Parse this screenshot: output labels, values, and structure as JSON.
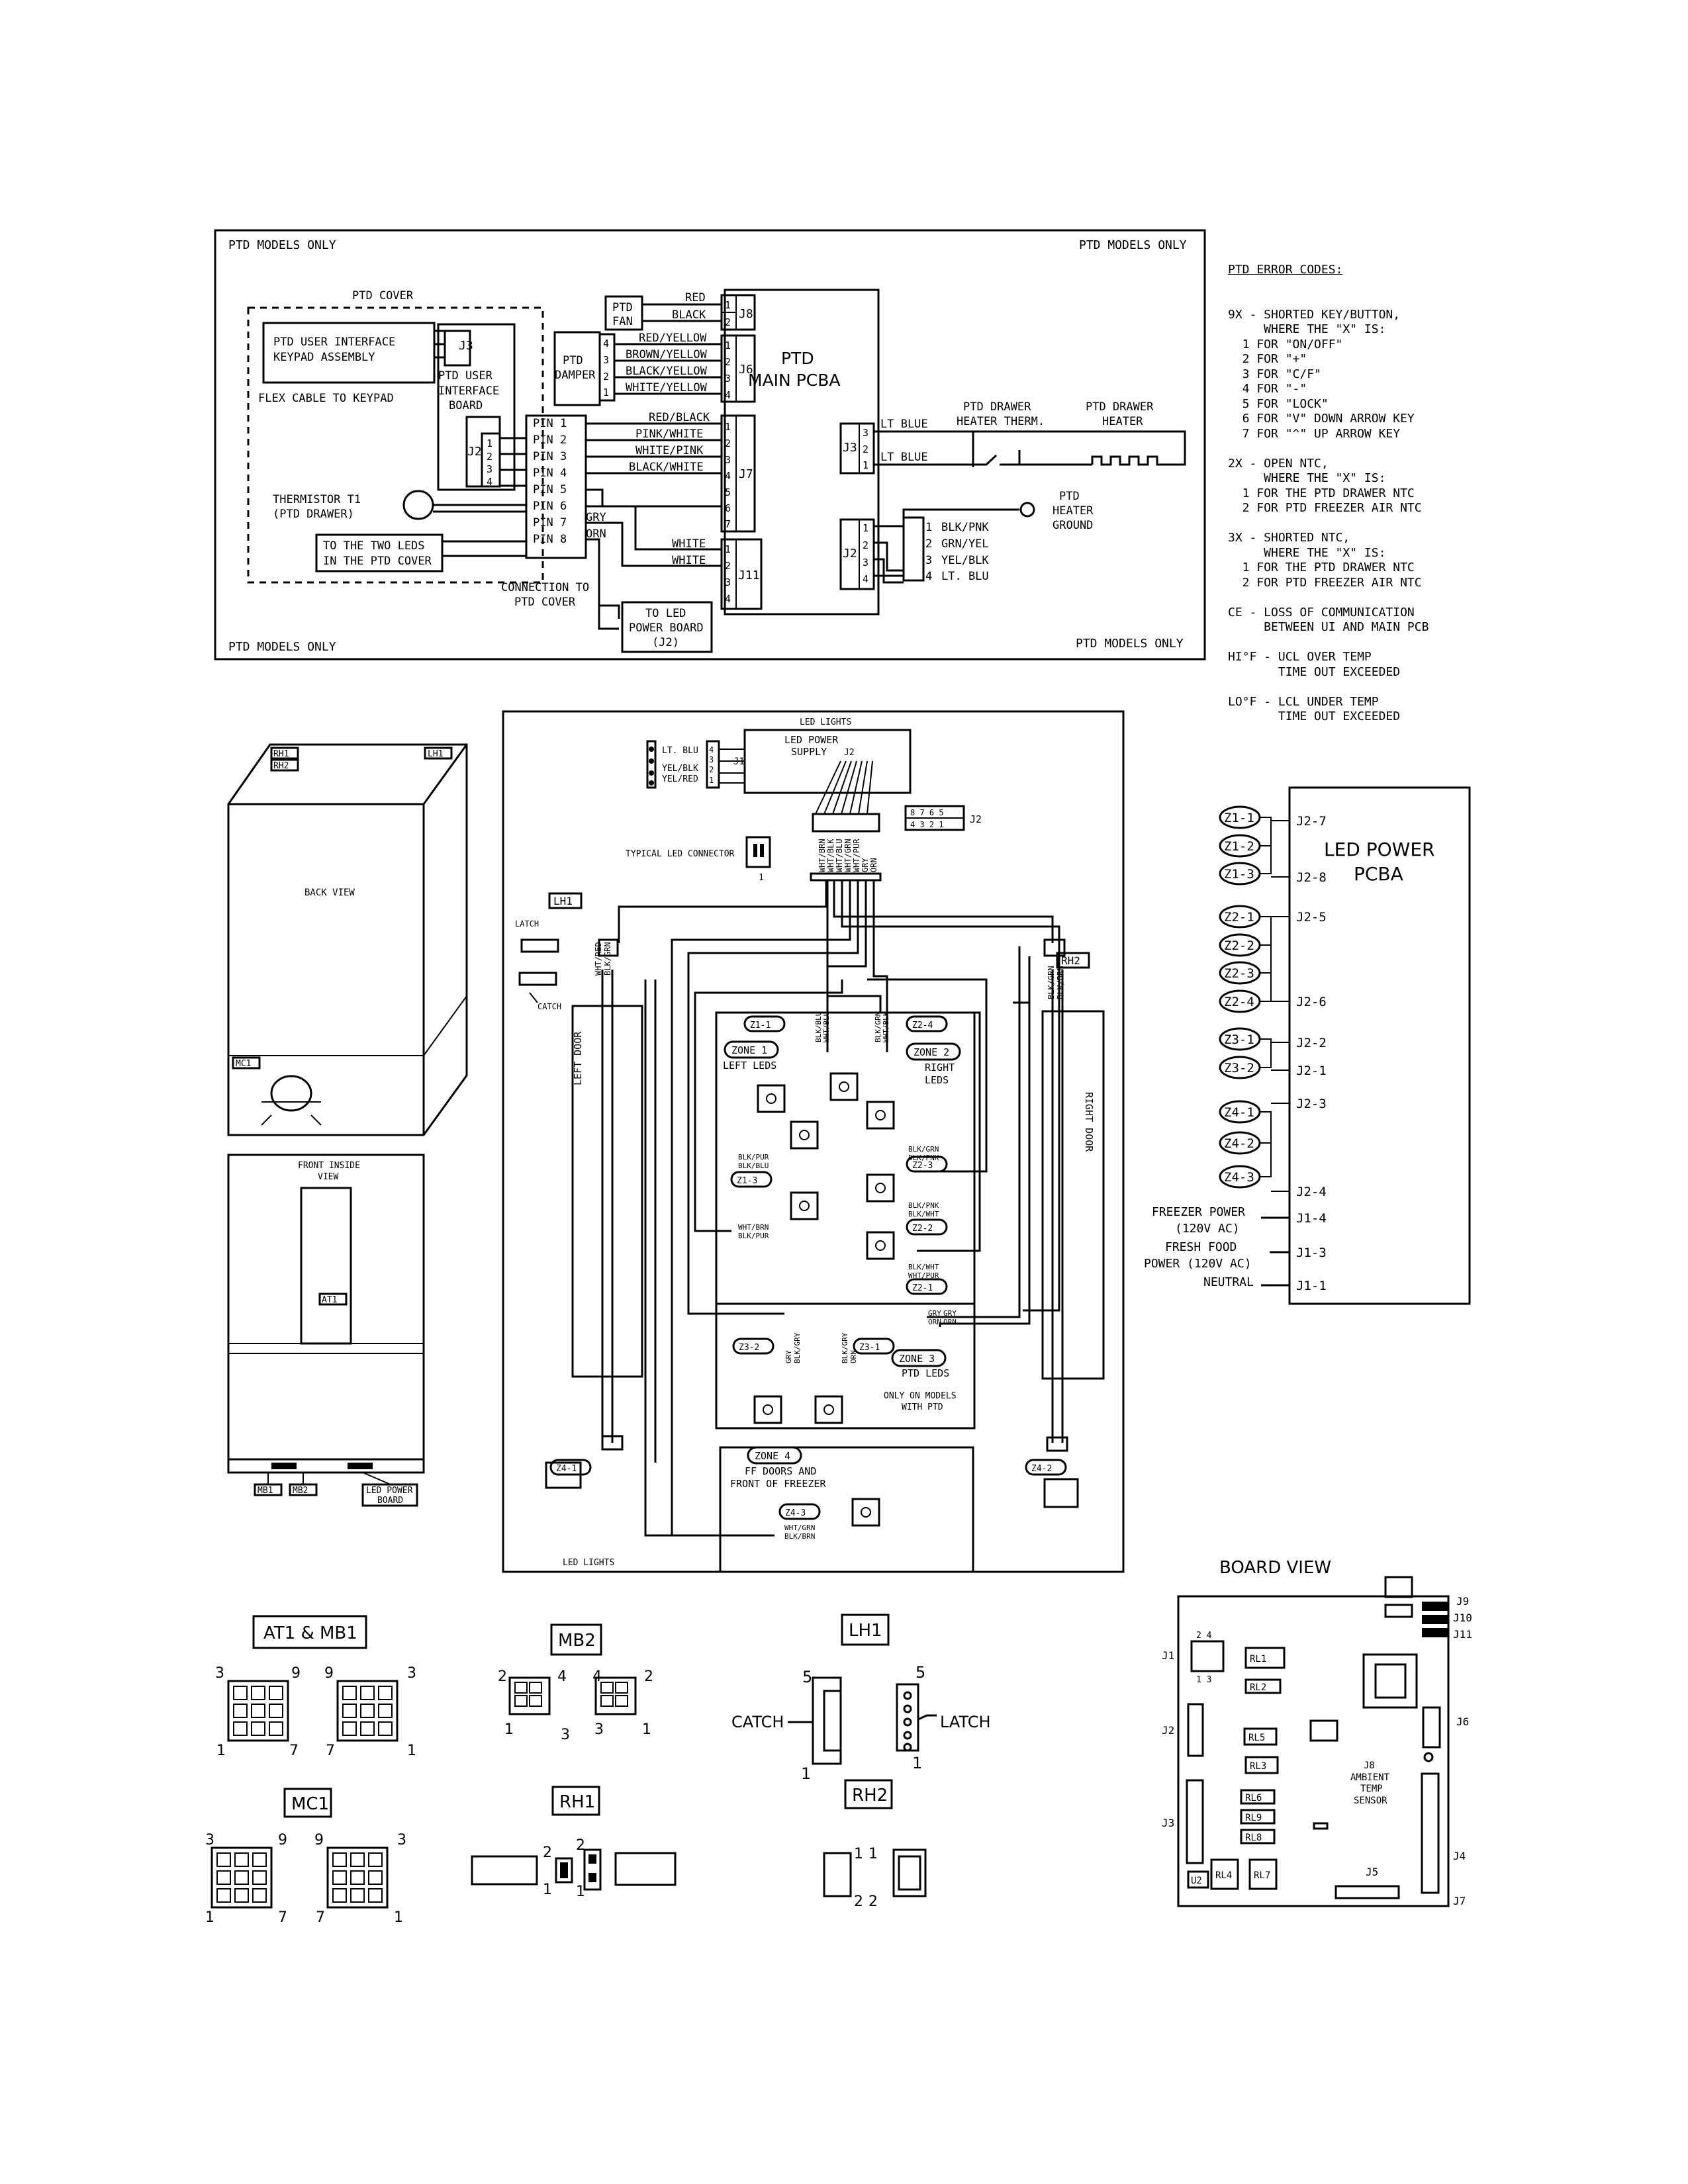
{
  "ptd": {
    "header_left": "PTD MODELS ONLY",
    "header_right": "PTD MODELS ONLY",
    "footer_left": "PTD MODELS ONLY",
    "footer_right": "PTD MODELS ONLY",
    "cover_title": "PTD COVER",
    "keypad": [
      "PTD USER INTERFACE",
      "KEYPAD ASSEMBLY"
    ],
    "j3": "J3",
    "ui_board": [
      "PTD USER",
      "INTERFACE",
      "BOARD"
    ],
    "flex": "FLEX CABLE TO KEYPAD",
    "j2": "J2",
    "thermistor": [
      "THERMISTOR T1",
      "(PTD DRAWER)"
    ],
    "leds_cover": [
      "TO THE TWO LEDS",
      "IN THE PTD COVER"
    ],
    "pins": [
      "PIN 1",
      "PIN 2",
      "PIN 3",
      "PIN 4",
      "PIN 5",
      "PIN 6",
      "PIN 7",
      "PIN 8"
    ],
    "connection": [
      "CONNECTION TO",
      "PTD COVER"
    ],
    "led_board": [
      "TO LED",
      "POWER BOARD",
      "(J2)"
    ],
    "fan": [
      "PTD",
      "FAN"
    ],
    "damper": [
      "PTD",
      "DAMPER"
    ],
    "main": [
      "PTD",
      "MAIN PCBA"
    ],
    "j8_wires": [
      "RED",
      "BLACK"
    ],
    "j6_wires": [
      "RED/YELLOW",
      "BROWN/YELLOW",
      "BLACK/YELLOW",
      "WHITE/YELLOW"
    ],
    "j7_wires": [
      "RED/BLACK",
      "PINK/WHITE",
      "WHITE/PINK",
      "BLACK/WHITE"
    ],
    "j11_wires": [
      "WHITE",
      "WHITE"
    ],
    "gry": "GRY",
    "orn": "ORN",
    "j8": "J8",
    "j6": "J6",
    "j7": "J7",
    "j11": "J11",
    "j3r": "J3",
    "j2r": "J2",
    "lt_blue": [
      "LT BLUE",
      "LT BLUE"
    ],
    "therm": [
      "PTD DRAWER",
      "HEATER THERM."
    ],
    "heater": [
      "PTD DRAWER",
      "HEATER"
    ],
    "ground": [
      "PTD",
      "HEATER",
      "GROUND"
    ],
    "j2_wires": [
      "BLK/PNK",
      "GRN/YEL",
      "YEL/BLK",
      "LT. BLU"
    ]
  },
  "error_codes": {
    "title": "PTD ERROR CODES:",
    "lines": [
      "9X - SHORTED KEY/BUTTON,",
      "     WHERE THE \"X\" IS:",
      "  1 FOR \"ON/OFF\"",
      "  2 FOR \"+\"",
      "  3 FOR \"C/F\"",
      "  4 FOR \"-\"",
      "  5 FOR \"LOCK\"",
      "  6 FOR \"V\" DOWN ARROW KEY",
      "  7 FOR \"^\" UP ARROW KEY",
      "",
      "2X - OPEN NTC,",
      "     WHERE THE \"X\" IS:",
      "  1 FOR THE PTD DRAWER NTC",
      "  2 FOR PTD FREEZER AIR NTC",
      "",
      "3X - SHORTED NTC,",
      "     WHERE THE \"X\" IS:",
      "  1 FOR THE PTD DRAWER NTC",
      "  2 FOR PTD FREEZER AIR NTC",
      "",
      "CE - LOSS OF COMMUNICATION",
      "     BETWEEN UI AND MAIN PCB",
      "",
      "HI°F - UCL OVER TEMP",
      "       TIME OUT EXCEEDED",
      "",
      "LO°F - LCL UNDER TEMP",
      "       TIME OUT EXCEEDED"
    ]
  },
  "cabinet": {
    "back_view": "BACK VIEW",
    "front_view": [
      "FRONT INSIDE",
      "VIEW"
    ],
    "rh1": "RH1",
    "rh2": "RH2",
    "lh1": "LH1",
    "mc1": "MC1",
    "at1": "AT1",
    "mb1": "MB1",
    "mb2": "MB2",
    "led_board": [
      "LED POWER",
      "BOARD"
    ]
  },
  "led": {
    "top": "LED LIGHTS",
    "bottom": "LED LIGHTS",
    "supply": [
      "LED POWER",
      "SUPPLY"
    ],
    "j1": "J1",
    "j2": "J2",
    "j2b": "J2",
    "j1_wires": [
      "LT. BLU",
      "YEL/BLK",
      "YEL/RED"
    ],
    "connector": "TYPICAL LED CONNECTOR",
    "bundle": [
      "WHT/BRN",
      "WHT/BLK",
      "WHT/BLU",
      "WHT/GRN",
      "WHT/PUR",
      "GRY",
      "ORN"
    ],
    "lh1": "LH1",
    "rh2": "RH2",
    "latch": "LATCH",
    "catch": "CATCH",
    "left_door": "LEFT DOOR",
    "right_door": "RIGHT DOOR",
    "lh_wires": [
      "WHT/RED",
      "BLK/GRN"
    ],
    "rh_wires": [
      "BLK/GRN",
      "BLK/BRN"
    ],
    "zone1": [
      "ZONE 1",
      "LEFT LEDS"
    ],
    "zone2": [
      "ZONE 2",
      "RIGHT",
      "LEDS"
    ],
    "zone3": [
      "ZONE 3",
      "PTD LEDS"
    ],
    "zone4": [
      "ZONE 4",
      "FF DOORS AND",
      "FRONT OF FREEZER"
    ],
    "ptd_note": [
      "ONLY ON MODELS",
      "WITH PTD"
    ],
    "z": [
      "Z1-1",
      "Z1-2",
      "Z1-3",
      "Z2-4",
      "Z2-3",
      "Z2-2",
      "Z2-1",
      "Z3-2",
      "Z3-1",
      "Z4-1",
      "Z4-2",
      "Z4-3"
    ],
    "zw": [
      "BLK/BLU",
      "WHT/BLU",
      "BLK/GRN",
      "WHT/BLK",
      "BLK/PUR",
      "BLK/BLU",
      "BLK/GRN",
      "BLK/PNK",
      "WHT/BRN",
      "BLK/PUR",
      "BLK/PNK",
      "BLK/WHT",
      "BLK/WHT",
      "WHT/PUR",
      "GRY",
      "ORN",
      "GRY",
      "ORN",
      "GRY",
      "BLK/GRY",
      "BLK/GRY",
      "ORN",
      "WHT/GRN",
      "BLK/BRN"
    ]
  },
  "pcba": {
    "title": [
      "LED POWER",
      "PCBA"
    ],
    "zones": [
      "Z1-1",
      "Z1-2",
      "Z1-3",
      "Z2-1",
      "Z2-2",
      "Z2-3",
      "Z2-4",
      "Z3-1",
      "Z3-2",
      "Z4-1",
      "Z4-2",
      "Z4-3"
    ],
    "pins": [
      "J2-7",
      "J2-8",
      "J2-5",
      "J2-6",
      "J2-2",
      "J2-1",
      "J2-3",
      "J2-4",
      "J1-4",
      "J1-3",
      "J1-1"
    ],
    "freezer": [
      "FREEZER POWER",
      "(120V AC)"
    ],
    "fresh": [
      "FRESH FOOD",
      "POWER (120V AC)"
    ],
    "neutral": "NEUTRAL"
  },
  "connectors": {
    "at1mb1": "AT1 & MB1",
    "mb2": "MB2",
    "lh1": "LH1",
    "mc1": "MC1",
    "rh1": "RH1",
    "rh2": "RH2",
    "catch": "CATCH",
    "latch": "LATCH"
  },
  "board": {
    "title": "BOARD VIEW",
    "relays": [
      "RL1",
      "RL2",
      "RL5",
      "RL3",
      "RL6",
      "RL9",
      "RL8",
      "RL4",
      "RL7"
    ],
    "u2": "U2",
    "jacks": [
      "J9",
      "J10",
      "J11",
      "J1",
      "J2",
      "J3",
      "J4",
      "J5",
      "J6",
      "J7"
    ],
    "j8": [
      "J8",
      "AMBIENT",
      "TEMP",
      "SENSOR"
    ]
  }
}
